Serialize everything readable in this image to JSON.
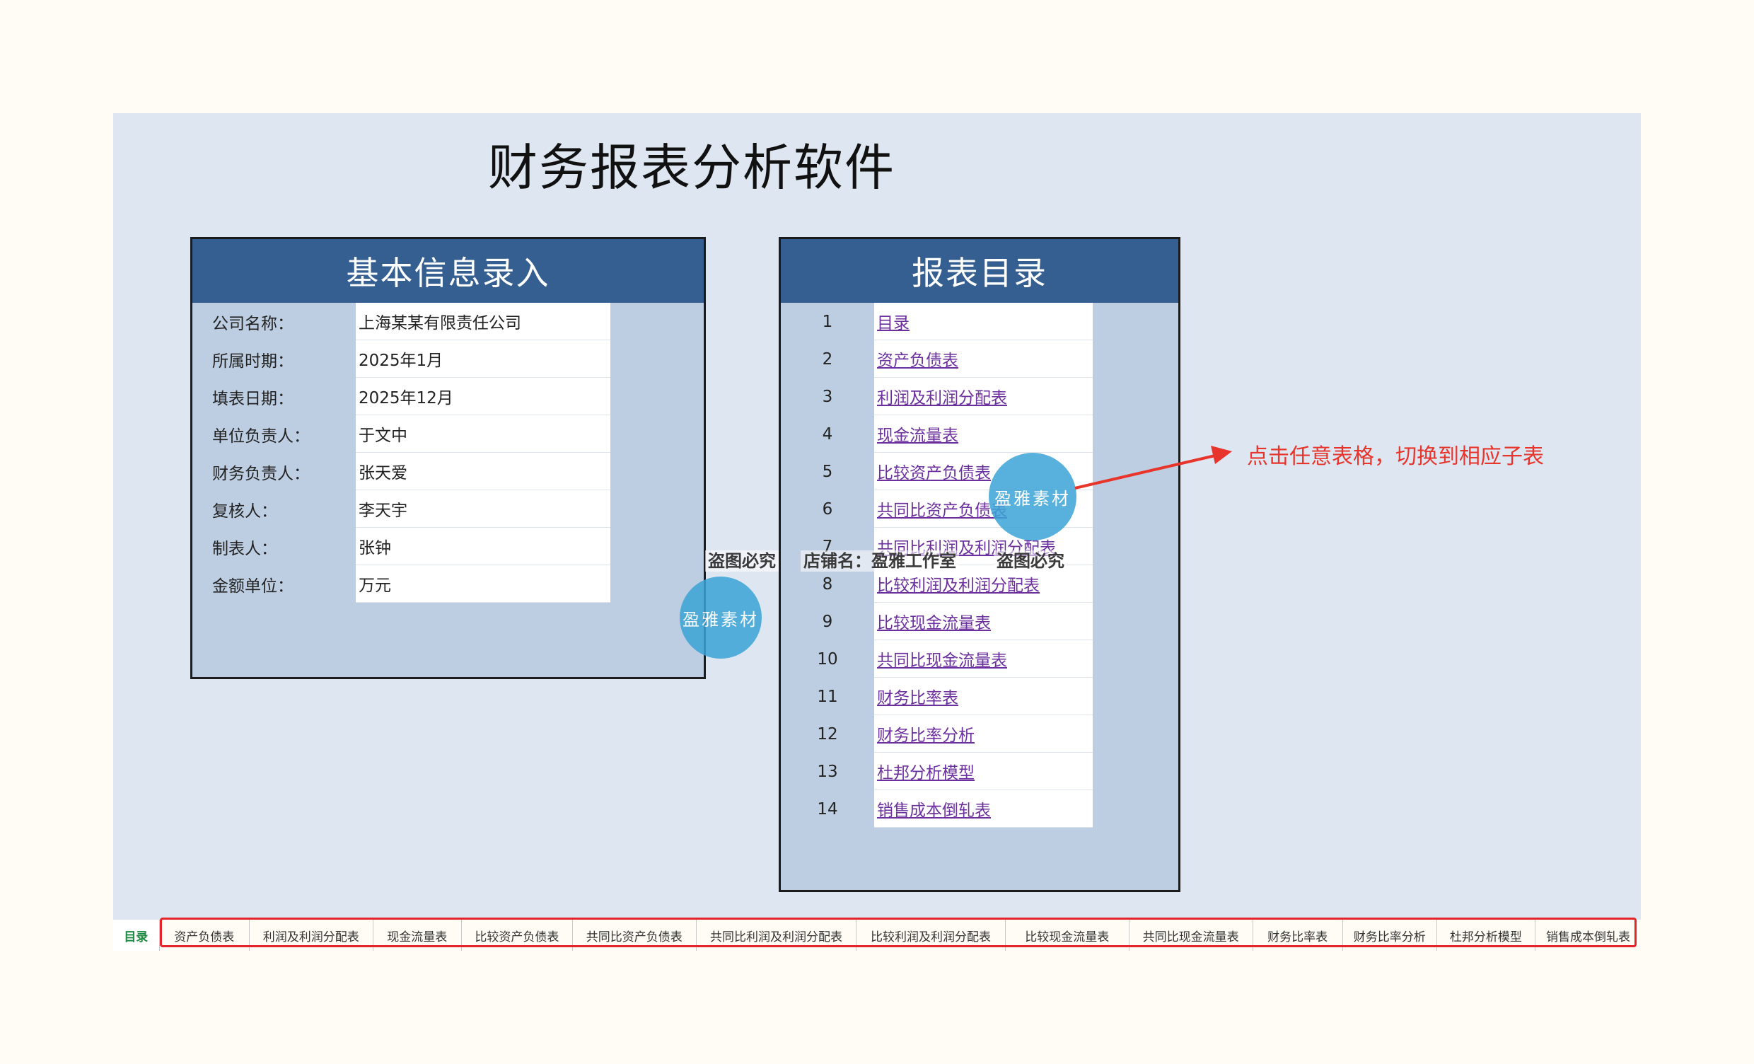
{
  "title": "财务报表分析软件",
  "info_panel": {
    "header": "基本信息录入",
    "rows": [
      {
        "label": "公司名称：",
        "value": "上海某某有限责任公司"
      },
      {
        "label": "所属时期：",
        "value": "2025年1月"
      },
      {
        "label": "填表日期：",
        "value": "2025年12月"
      },
      {
        "label": "单位负责人：",
        "value": "于文中"
      },
      {
        "label": "财务负责人：",
        "value": "张天爱"
      },
      {
        "label": "复核人：",
        "value": "李天宇"
      },
      {
        "label": "制表人：",
        "value": "张钟"
      },
      {
        "label": "金额单位：",
        "value": "万元"
      }
    ]
  },
  "dir_panel": {
    "header": "报表目录",
    "items": [
      {
        "num": "1",
        "label": "目录"
      },
      {
        "num": "2",
        "label": "资产负债表"
      },
      {
        "num": "3",
        "label": "利润及利润分配表"
      },
      {
        "num": "4",
        "label": "现金流量表"
      },
      {
        "num": "5",
        "label": "比较资产负债表"
      },
      {
        "num": "6",
        "label": "共同比资产负债表"
      },
      {
        "num": "7",
        "label": "共同比利润及利润分配表"
      },
      {
        "num": "8",
        "label": "比较利润及利润分配表"
      },
      {
        "num": "9",
        "label": "比较现金流量表"
      },
      {
        "num": "10",
        "label": "共同比现金流量表"
      },
      {
        "num": "11",
        "label": "财务比率表"
      },
      {
        "num": "12",
        "label": "财务比率分析"
      },
      {
        "num": "13",
        "label": "杜邦分析模型"
      },
      {
        "num": "14",
        "label": "销售成本倒轧表"
      }
    ]
  },
  "annotation": "点击任意表格，切换到相应子表",
  "watermark": {
    "circle_text": "盈雅素材",
    "text_1": "盗图必究",
    "text_2": "店铺名：盈雅工作室",
    "text_3": "盗图必究"
  },
  "tabs": [
    {
      "label": "目录",
      "active": true
    },
    {
      "label": "资产负债表"
    },
    {
      "label": "利润及利润分配表"
    },
    {
      "label": "现金流量表"
    },
    {
      "label": "比较资产负债表"
    },
    {
      "label": "共同比资产负债表"
    },
    {
      "label": "共同比利润及利润分配表"
    },
    {
      "label": "比较利润及利润分配表"
    },
    {
      "label": "比较现金流量表"
    },
    {
      "label": "共同比现金流量表"
    },
    {
      "label": "财务比率表"
    },
    {
      "label": "财务比率分析"
    },
    {
      "label": "杜邦分析模型"
    },
    {
      "label": "销售成本倒轧表"
    }
  ],
  "colors": {
    "header_blue": "#365f91",
    "panel_blue": "#bdcde2",
    "link_purple": "#6b2f9e",
    "annotation_red": "#e8352b",
    "active_tab_green": "#1d8a3f"
  }
}
